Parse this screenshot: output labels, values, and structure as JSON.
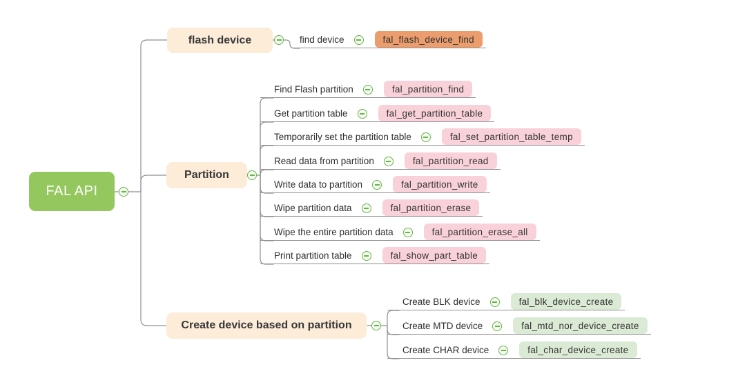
{
  "root": {
    "label": "FAL API"
  },
  "branches": [
    {
      "label": "flash device",
      "children": [
        {
          "label": "find device",
          "code": "fal_flash_device_find"
        }
      ]
    },
    {
      "label": "Partition",
      "children": [
        {
          "label": "Find Flash partition",
          "code": "fal_partition_find"
        },
        {
          "label": "Get partition table",
          "code": "fal_get_partition_table"
        },
        {
          "label": "Temporarily set the partition table",
          "code": "fal_set_partition_table_temp"
        },
        {
          "label": "Read data from partition",
          "code": "fal_partition_read"
        },
        {
          "label": "Write data to partition",
          "code": "fal_partition_write"
        },
        {
          "label": "Wipe partition data",
          "code": "fal_partition_erase"
        },
        {
          "label": "Wipe the entire partition data",
          "code": "fal_partition_erase_all"
        },
        {
          "label": "Print partition table",
          "code": "fal_show_part_table"
        }
      ]
    },
    {
      "label": "Create device based on partition",
      "children": [
        {
          "label": "Create BLK device",
          "code": "fal_blk_device_create"
        },
        {
          "label": "Create MTD device",
          "code": "fal_mtd_nor_device_create"
        },
        {
          "label": "Create CHAR device",
          "code": "fal_char_device_create"
        }
      ]
    }
  ],
  "colors": {
    "root_bg": "#94c75e",
    "root_text": "#ffffff",
    "branch_bg": "#fcecd8",
    "code_orange": "#eb9d6d",
    "code_pink": "#f9d2d9",
    "code_green": "#dbead5",
    "connector_line": "#8f8f8f",
    "collapse_icon_green": "#67b346"
  },
  "icons": {
    "collapse": "minus-circle"
  }
}
